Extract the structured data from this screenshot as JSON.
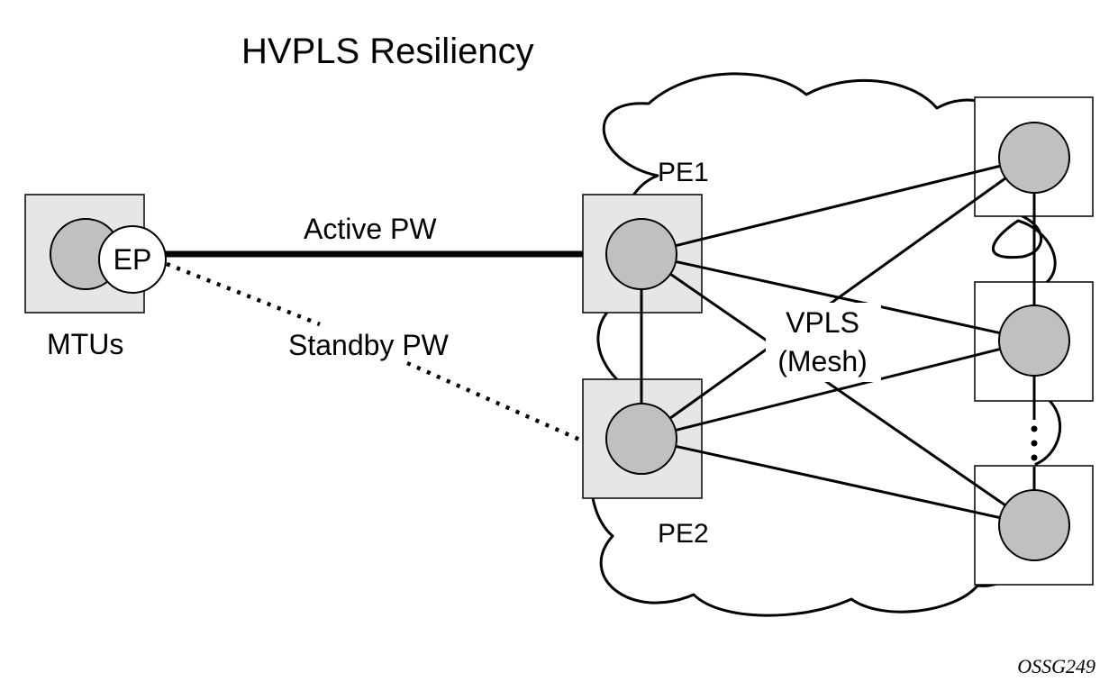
{
  "title": "HVPLS Resiliency",
  "figure_id": "OSSG249",
  "mtu": {
    "label": "MTUs",
    "endpoint_label": "EP"
  },
  "pseudowires": {
    "active": "Active PW",
    "standby": "Standby PW"
  },
  "pe": {
    "pe1_label": "PE1",
    "pe2_label": "PE2"
  },
  "core": {
    "vpls_line1": "VPLS",
    "vpls_line2": "(Mesh)"
  },
  "colors": {
    "box_fill": "#e6e6e6",
    "node_fill": "#c0c0c0",
    "line": "#000000",
    "background": "#ffffff"
  }
}
